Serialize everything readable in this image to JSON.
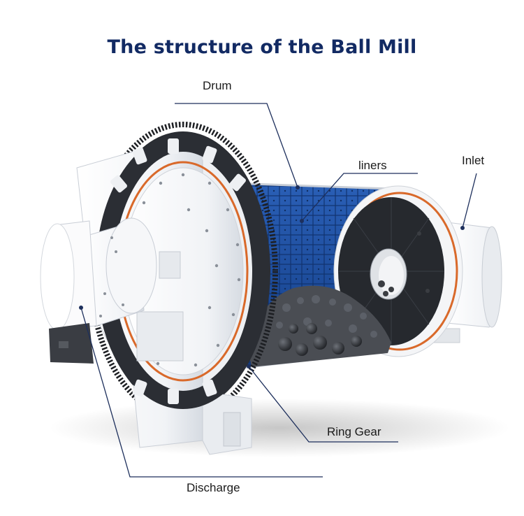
{
  "title": "The structure of the Ball Mill",
  "labels": {
    "drum": "Drum",
    "liners": "liners",
    "inlet": "Inlet",
    "ring_gear": "Ring Gear",
    "discharge": "Discharge"
  },
  "colors": {
    "title": "#122a63",
    "leader_line": "#1d2f5c",
    "liner_blue": "#1e4fa0",
    "gear_dark": "#2a2d33",
    "orange_ring": "#d9692a",
    "machine_white": "#eef0f3"
  }
}
